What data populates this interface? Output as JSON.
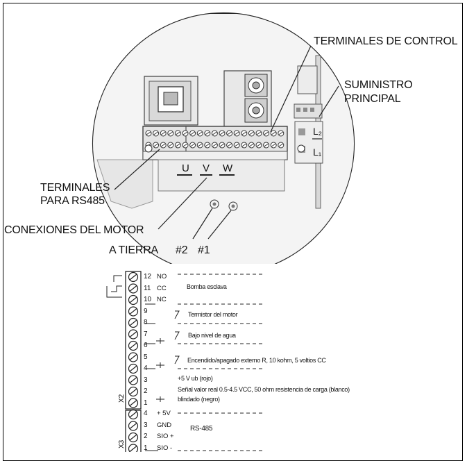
{
  "callouts": {
    "control_terminals": "TERMINALES DE CONTROL",
    "main_supply_line1": "SUMINISTRO",
    "main_supply_line2": "PRINCIPAL",
    "rs485_line1": "TERMINALES",
    "rs485_line2": "PARA RS485",
    "motor": "CONEXIONES DEL MOTOR",
    "ground": "A TIERRA",
    "ground_2": "#2",
    "ground_1": "#1"
  },
  "motor_terminals": [
    "U",
    "V",
    "W"
  ],
  "supply_labels": {
    "l2": "L₂",
    "l1": "L₁"
  },
  "x2": {
    "label": "X2",
    "rows": [
      {
        "num": "12",
        "signal": "NO"
      },
      {
        "num": "11",
        "signal": "CC"
      },
      {
        "num": "10",
        "signal": "NC"
      },
      {
        "num": "9",
        "signal": ""
      },
      {
        "num": "8",
        "signal": ""
      },
      {
        "num": "7",
        "signal": ""
      },
      {
        "num": "6",
        "signal": ""
      },
      {
        "num": "5",
        "signal": ""
      },
      {
        "num": "4",
        "signal": ""
      },
      {
        "num": "3",
        "signal": ""
      },
      {
        "num": "2",
        "signal": ""
      },
      {
        "num": "1",
        "signal": ""
      }
    ],
    "descriptions": {
      "slave_pump": "Bomba esclava",
      "thermistor": "Termistor del motor",
      "low_water": "Bajo nivel de agua",
      "ext_on_off": "Encendido/apagado externo R, 10 kohm, 5 voltios CC",
      "plus5v": "+5 V ub (rojo)",
      "real_value": "Señal valor real 0.5-4.5 VCC, 50 ohm resistencia de carga (blanco)",
      "shield": "blindado (negro)"
    }
  },
  "x3": {
    "label": "X3",
    "rows": [
      {
        "num": "4",
        "signal": "+ 5V"
      },
      {
        "num": "3",
        "signal": "GND"
      },
      {
        "num": "2",
        "signal": "SIO +"
      },
      {
        "num": "1",
        "signal": "SIO -"
      }
    ],
    "description": "RS-485"
  }
}
